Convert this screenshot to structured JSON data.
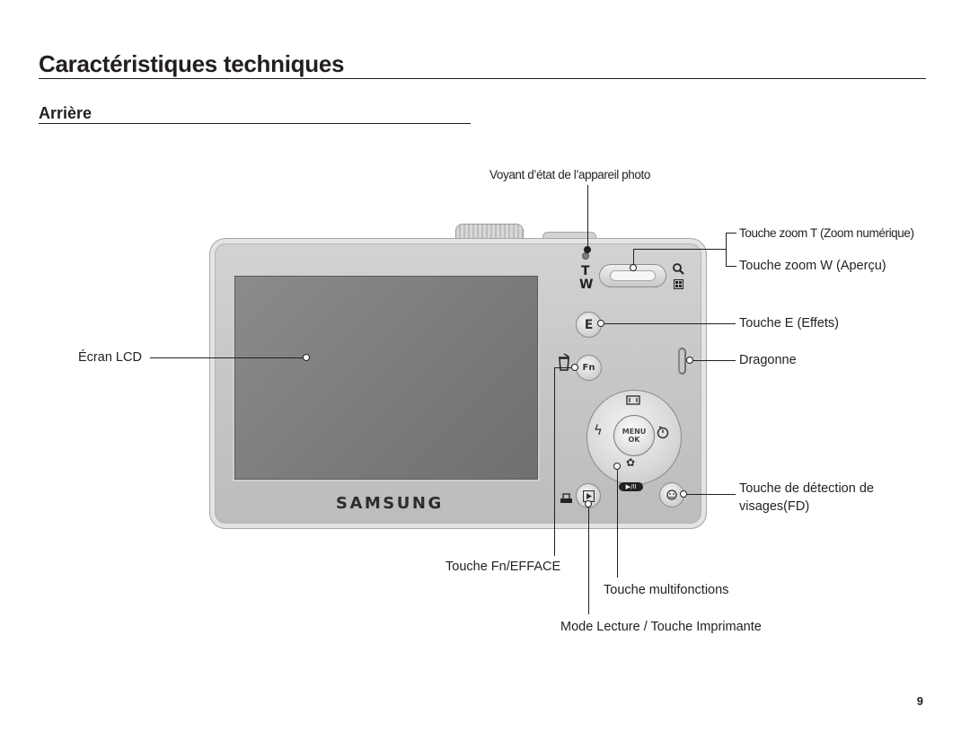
{
  "page": {
    "title": "Caractéristiques techniques",
    "section": "Arrière",
    "page_number": "9"
  },
  "camera": {
    "brand": "SAMSUNG",
    "zoom_t": "T",
    "zoom_w": "W",
    "button_e": "E",
    "button_fn": "Fn",
    "menu_line1": "MENU",
    "menu_line2": "OK",
    "play_pause": "▶/II"
  },
  "callouts": {
    "status_led": "Voyant d’état de l’appareil photo",
    "zoom_t": "Touche zoom T (Zoom numérique)",
    "zoom_w": "Touche zoom W (Aperçu)",
    "button_e": "Touche E (Effets)",
    "strap": "Dragonne",
    "lcd": "Écran LCD",
    "face_detection_line1": "Touche de détection de",
    "face_detection_line2": "visages(FD)",
    "fn_delete": "Touche Fn/EFFACE",
    "multifunction": "Touche multifonctions",
    "playback_print": "Mode Lecture / Touche Imprimante"
  },
  "icons": [
    "magnifier-icon",
    "thumbnail-icon",
    "trash-icon",
    "flash-icon",
    "self-timer-icon",
    "macro-icon",
    "display-icon",
    "printer-icon",
    "play-icon",
    "face-detection-icon"
  ]
}
